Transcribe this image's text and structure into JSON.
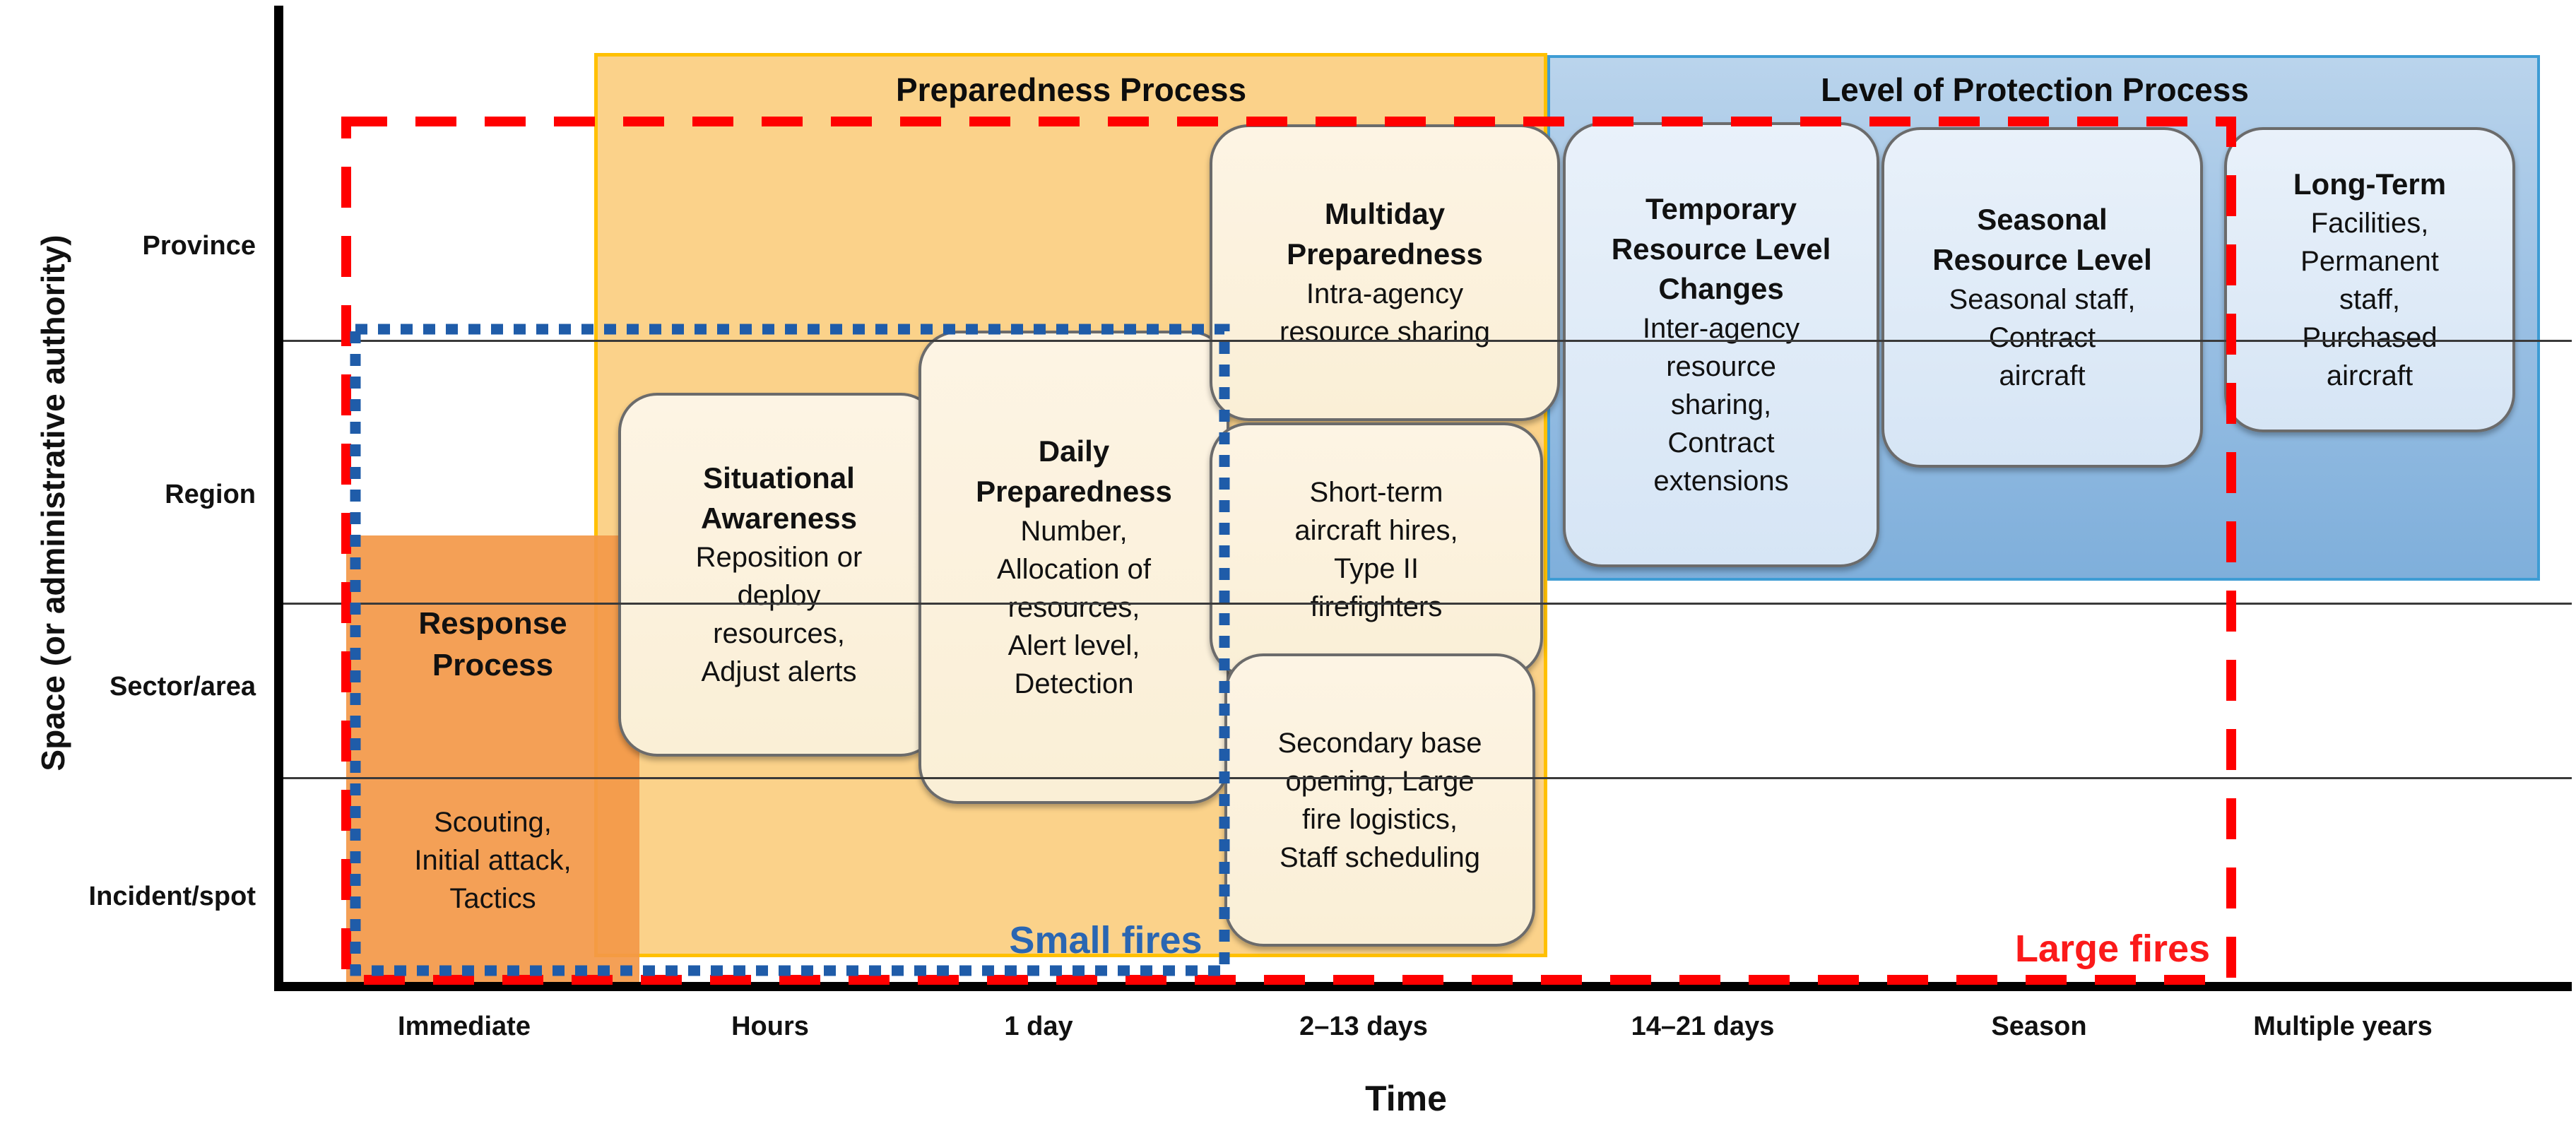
{
  "headers": {
    "preparedness": "Preparedness Process",
    "protection": "Level of Protection Process"
  },
  "axes": {
    "y_title": "Space (or administrative authority)",
    "x_title": "Time",
    "y_ticks": [
      "Province",
      "Region",
      "Sector/area",
      "Incident/spot"
    ],
    "x_ticks": [
      "Immediate",
      "Hours",
      "1 day",
      "2–13 days",
      "14–21 days",
      "Season",
      "Multiple years"
    ]
  },
  "annotations": {
    "small_fires": "Small fires",
    "large_fires": "Large fires"
  },
  "boxes": {
    "response": {
      "title": "Response\nProcess",
      "body": "Scouting,\nInitial attack,\nTactics"
    },
    "situational": {
      "title": "Situational\nAwareness",
      "body": "Reposition or\ndeploy\nresources,\nAdjust alerts"
    },
    "daily": {
      "title": "Daily\nPreparedness",
      "body": "Number,\nAllocation of\nresources,\nAlert level,\nDetection"
    },
    "multiday": {
      "title": "Multiday\nPreparedness",
      "body": "Intra-agency\nresource sharing"
    },
    "shortterm": {
      "body": "Short-term\naircraft hires,\nType II\nfirefighters"
    },
    "secondary": {
      "body": "Secondary base\nopening, Large\nfire logistics,\nStaff scheduling"
    },
    "temporary": {
      "title": "Temporary\nResource Level\nChanges",
      "body": "Inter-agency\nresource\nsharing,\nContract\nextensions"
    },
    "seasonal": {
      "title": "Seasonal\nResource Level",
      "body": "Seasonal staff,\nContract\naircraft"
    },
    "longterm": {
      "title": "Long-Term",
      "body": "Facilities,\nPermanent\nstaff,\nPurchased\naircraft"
    }
  },
  "colors": {
    "preparedness_fill": "#FBD28A",
    "preparedness_border": "#FFC000",
    "protection_fill_top": "#BAD4EC",
    "protection_fill_bottom": "#7FAFDB",
    "protection_border": "#3E9CD4",
    "response_fill": "#F39848",
    "cream_box_fill": "#FCF2DD",
    "lightblue_box_fill": "#DEEBF7",
    "box_border": "#6B6B6B",
    "small_fires_text": "#2A66B2",
    "large_fires_text": "#FB1A1A",
    "red_dash": "#FF0000",
    "blue_dot": "#1F5CA9"
  }
}
